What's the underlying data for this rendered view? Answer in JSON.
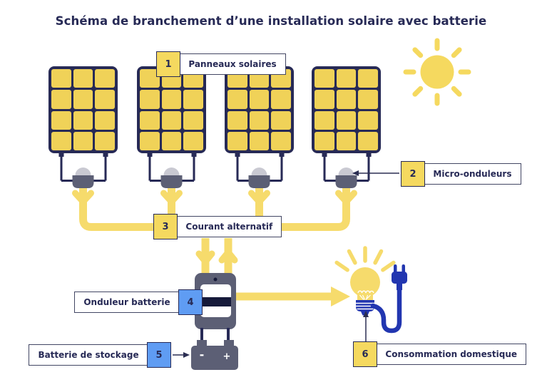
{
  "title": "Schéma de branchement d’une installation solaire avec batterie",
  "callouts": {
    "panels": {
      "number": "1",
      "label": "Panneaux solaires"
    },
    "micro_inverters": {
      "number": "2",
      "label": "Micro-onduleurs"
    },
    "ac_current": {
      "number": "3",
      "label": "Courant alternatif"
    },
    "battery_inverter": {
      "number": "4",
      "label": "Onduleur batterie"
    },
    "storage_battery": {
      "number": "5",
      "label": "Batterie de stockage"
    },
    "home_consumption": {
      "number": "6",
      "label": "Consommation domestique"
    }
  },
  "battery": {
    "minus_symbol": "-",
    "plus_symbol": "+"
  },
  "icons": [
    "sun-icon",
    "solar-panel-icon",
    "micro-inverter-icon",
    "battery-inverter-icon",
    "battery-icon",
    "light-bulb-icon",
    "power-plug-icon"
  ],
  "colors": {
    "navy": "#272A56",
    "panel_yellow": "#F0D258",
    "flow_yellow": "#F6DB6C",
    "label_yellow": "#F5D95F",
    "number_blue": "#5F9CF3",
    "device_gray": "#5C5F75",
    "dome_gray": "#C9C9D2",
    "plug_blue": "#2236B0",
    "screen_dark": "#161A3A"
  }
}
